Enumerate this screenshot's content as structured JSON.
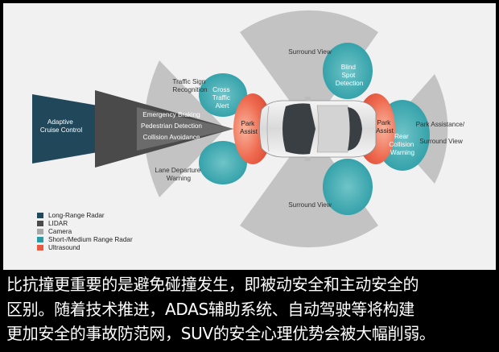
{
  "diagram": {
    "zones": {
      "surround_view_top": "Surround View",
      "surround_view_bottom": "Surround View",
      "traffic_sign_recognition": [
        "Traffic Sign",
        "Recognition"
      ],
      "cross_traffic_alert": [
        "Cross",
        "Traffic",
        "Alert"
      ],
      "park_assist_front": [
        "Park",
        "Assist"
      ],
      "park_assist_rear": [
        "Park",
        "Assist"
      ],
      "blind_spot_detection": [
        "Blind",
        "Spot",
        "Detection"
      ],
      "rear_collision_warning": [
        "Rear",
        "Collision",
        "Warning"
      ],
      "park_assistance_surround": [
        "Park Assistance/",
        "Surround View"
      ],
      "adaptive_cruise_control": [
        "Adaptive",
        "Cruise Control"
      ],
      "emergency_braking": "Emergency Braking",
      "pedestrian_detection": "Pedestrian Detection",
      "collision_avoidance": "Collision Avoidance",
      "lane_departure_warning": [
        "Lane Departure",
        "Warning"
      ]
    },
    "legend": [
      {
        "label": "Long-Range Radar",
        "color": "#21485a"
      },
      {
        "label": "LIDAR",
        "color": "#4a4a4a"
      },
      {
        "label": "Camera",
        "color": "#a8a8a8"
      },
      {
        "label": "Short-/Medium Range Radar",
        "color": "#2a9ba4"
      },
      {
        "label": "Ultrasound",
        "color": "#e85a43"
      }
    ]
  },
  "caption": {
    "line1": "比抗撞更重要的是避免碰撞发生，即被动安全和主动安全的",
    "line2": "区别。随着技术推进，ADAS辅助系统、自动驾驶等将构建",
    "line3": "更加安全的事故防范网，SUV的安全心理优势会被大幅削弱。"
  }
}
